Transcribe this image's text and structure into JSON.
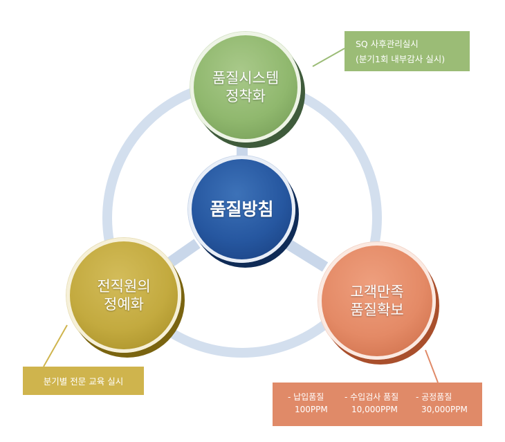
{
  "center": {
    "label": "품질방침"
  },
  "nodes": {
    "top": {
      "line1": "품질시스템",
      "line2": "정착화"
    },
    "left": {
      "line1": "전직원의",
      "line2": "정예화"
    },
    "right": {
      "line1": "고객만족",
      "line2": "품질확보"
    }
  },
  "callouts": {
    "top": {
      "line1": "SQ 사후관리실시",
      "line2": "(분기1회 내부감사 실시)"
    },
    "left": {
      "text": "분기별 전문 교육 실시"
    },
    "right": {
      "items": [
        {
          "label": "- 납입품질",
          "value": "100PPM"
        },
        {
          "label": "- 수입검사 품질",
          "value": "10,000PPM"
        },
        {
          "label": "- 공정품질",
          "value": "30,000PPM"
        }
      ]
    }
  },
  "colors": {
    "ring": "#d3dfee",
    "green": "#90b86e",
    "blue": "#2657a0",
    "gold": "#c3aa3f",
    "orange": "#e48a66"
  }
}
